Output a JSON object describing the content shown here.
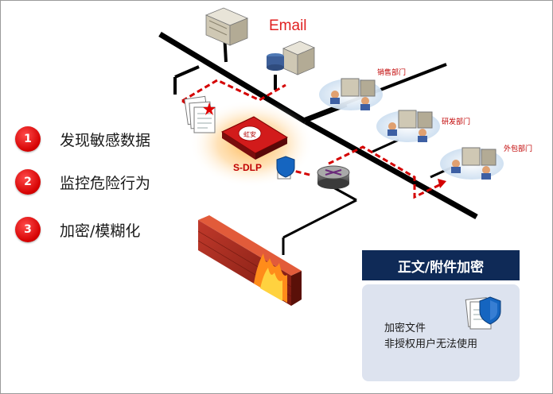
{
  "email_label": "Email",
  "device_label": "S-DLP",
  "device_badge": "虹安",
  "departments": [
    "销售部门",
    "研发部门",
    "外包部门"
  ],
  "steps": [
    {
      "number": "1",
      "text": "发现敏感数据"
    },
    {
      "number": "2",
      "text": "监控危险行为"
    },
    {
      "number": "3",
      "text": "加密/模糊化"
    }
  ],
  "encryption_panel": {
    "title": "正文/附件加密",
    "line1": "加密文件",
    "line2": "非授权用户无法使用"
  },
  "colors": {
    "accent_red": "#d40000",
    "panel_navy": "#0f2a57",
    "panel_bg": "#dde3ef",
    "network_line": "#000000"
  },
  "icons": [
    "server-icon",
    "database-server-icon",
    "document-stack-icon",
    "dlp-appliance-icon",
    "shield-document-icon",
    "router-icon",
    "firewall-icon",
    "user-workgroup-icon"
  ]
}
